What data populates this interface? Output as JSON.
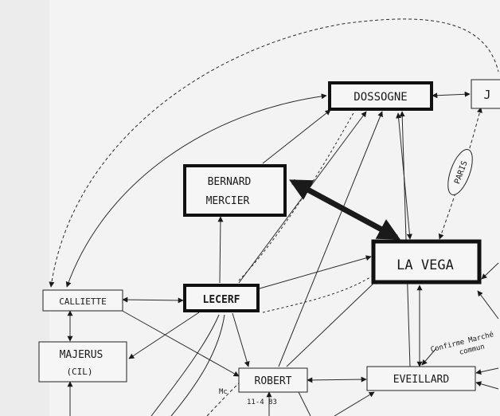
{
  "nodes": {
    "dossogne": "DOSSOGNE",
    "j": "J",
    "bernard_mercier_1": "BERNARD",
    "bernard_mercier_2": "MERCIER",
    "la_vega": "LA VEGA",
    "callieue": "CALLIETTE",
    "lecerf": "LECERF",
    "majerus_1": "MAJERUS",
    "majerus_2": "(CIL)",
    "robert": "ROBERT",
    "eveillard": "EVEILLARD"
  },
  "annotations": {
    "paris": "PARIS",
    "robert_prefix": "Mc",
    "robert_numbers": "11-4 83",
    "eveillard_note_1": "Confirme Marché",
    "eveillard_note_2": "commun"
  }
}
